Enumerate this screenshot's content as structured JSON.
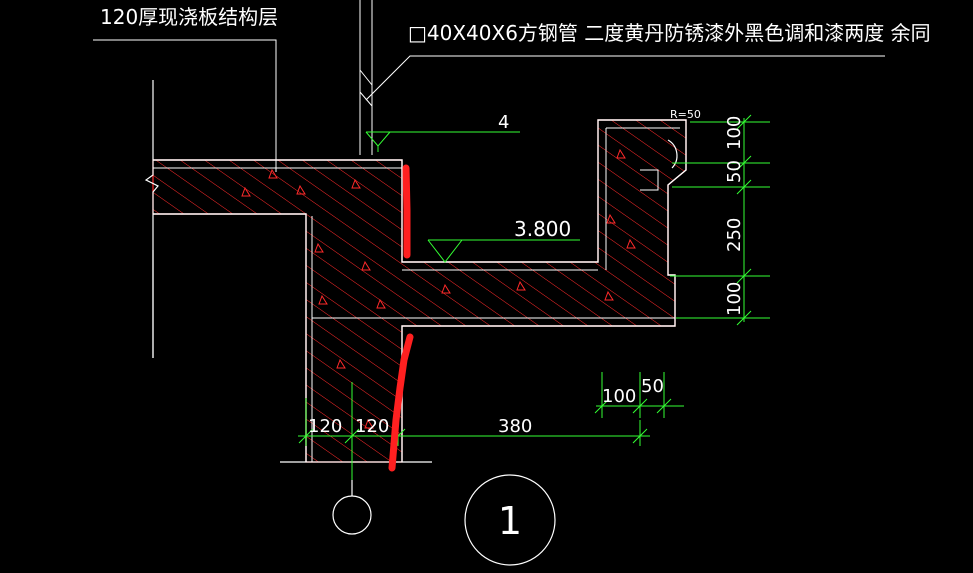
{
  "labels": {
    "slab_note": "120厚现浇板结构层",
    "tube_note": "□40X40X6方钢管 二度黄丹防锈漆外黑色调和漆两度 余同",
    "level_small": "4",
    "level_main": "3.800",
    "radius": "R=50",
    "dim_v_100_top": "100",
    "dim_v_50": "50",
    "dim_v_250": "250",
    "dim_v_100_bottom": "100",
    "dim_h_100": "100",
    "dim_h_50": "50",
    "dim_h_120_left": "120",
    "dim_h_120_right": "120",
    "dim_h_380": "380",
    "detail_number": "1"
  },
  "colors": {
    "background": "#000000",
    "outline": "#ffffff",
    "hatch": "#ff2a2a",
    "dimension": "#33ff33",
    "text": "#ffffff",
    "markup": "#ff2020"
  }
}
